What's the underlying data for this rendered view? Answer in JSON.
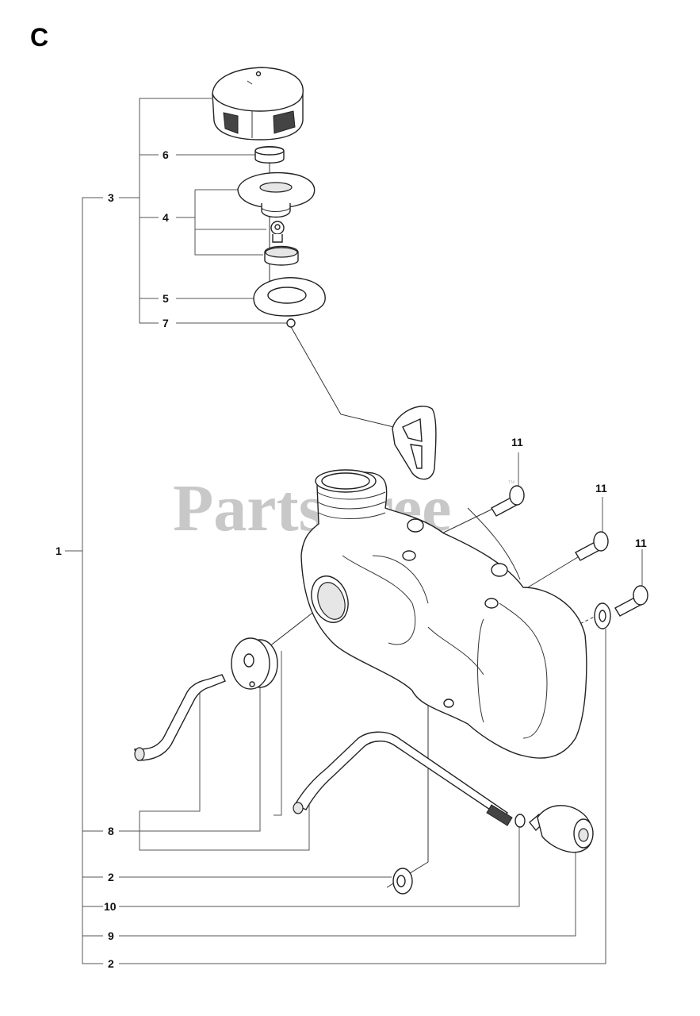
{
  "section_letter": "C",
  "watermark": "PartsTree",
  "watermark_tm": "™",
  "callouts": {
    "c1": "1",
    "c2a": "2",
    "c2b": "2",
    "c3": "3",
    "c4": "4",
    "c5": "5",
    "c6": "6",
    "c7": "7",
    "c8": "8",
    "c9": "9",
    "c10": "10",
    "c11a": "11",
    "c11b": "11",
    "c11c": "11"
  },
  "parts": [
    "fuel-cap",
    "cap-insert",
    "cap-seal-assembly",
    "gasket-ring",
    "retainer-strap",
    "fuel-tank",
    "grommet",
    "fuel-hose",
    "fuel-filter",
    "hose-clamp",
    "washer",
    "bolt"
  ]
}
